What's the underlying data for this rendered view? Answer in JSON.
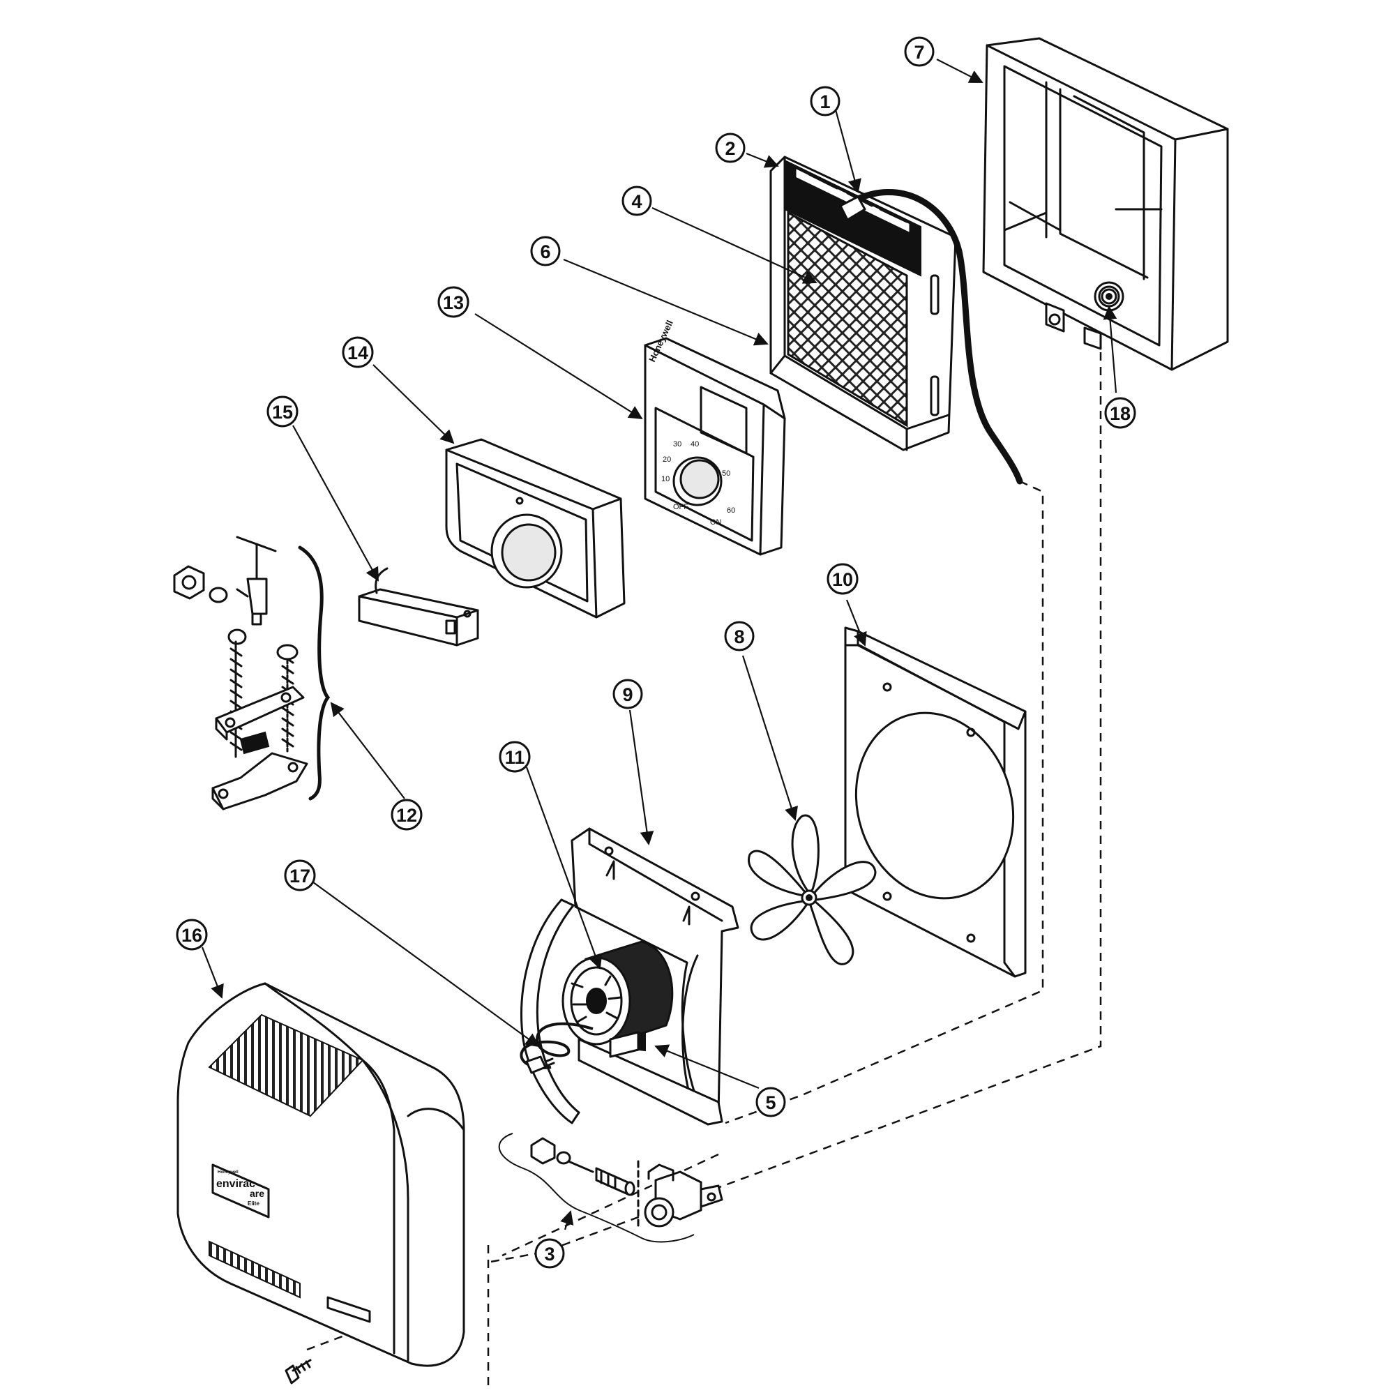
{
  "diagram": {
    "callouts": [
      "1",
      "2",
      "3",
      "4",
      "5",
      "6",
      "7",
      "8",
      "9",
      "10",
      "11",
      "12",
      "13",
      "14",
      "15",
      "16",
      "17",
      "18"
    ],
    "humidistat": {
      "brand": "Honeywell",
      "scale": [
        "10",
        "20",
        "30",
        "40",
        "50",
        "60"
      ],
      "off_label": "OFF",
      "on_label": "ON"
    },
    "cover": {
      "brand_small": "Honeywell",
      "brand": "envirac",
      "brand_tail": "are",
      "brand_sub": "Elite"
    }
  }
}
